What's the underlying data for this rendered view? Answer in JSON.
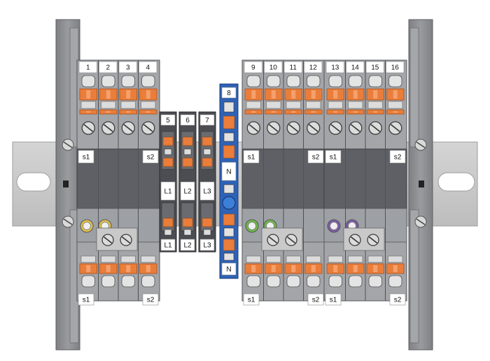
{
  "colors": {
    "rail": "#c8c8c8",
    "rail_edge": "#9a9a9a",
    "end_bracket": "#8e8f92",
    "block_gray": "#a3a5a9",
    "block_dark": "#4c4d52",
    "neutral_blue": "#2e62b6",
    "lever_orange": "#ea7d3a",
    "label_white": "#ffffff",
    "yellow_plug": "#e2c24a",
    "green_plug": "#6ebb47",
    "violet_plug": "#7d5da8"
  },
  "groups": [
    {
      "id": "g1",
      "numbers": [
        "1",
        "2",
        "3",
        "4"
      ],
      "s1": "s1",
      "s2": "s2",
      "s1_bottom": "s1",
      "s2_bottom": "s2",
      "plug": "yellow"
    },
    {
      "id": "g2",
      "numbers": [
        "9",
        "10",
        "11",
        "12"
      ],
      "s1": "s1",
      "s2": "s2",
      "s1_bottom": "s1",
      "s2_bottom": "s2",
      "plug": "green"
    },
    {
      "id": "g3",
      "numbers": [
        "13",
        "14",
        "15",
        "16"
      ],
      "s1": "s1",
      "s2": "s2",
      "s1_bottom": "s1",
      "s2_bottom": "s2",
      "plug": "violet"
    }
  ],
  "phases": [
    {
      "number": "5",
      "mid": "L1",
      "bottom": "L1"
    },
    {
      "number": "6",
      "mid": "L2",
      "bottom": "L2"
    },
    {
      "number": "7",
      "mid": "L3",
      "bottom": "L3"
    }
  ],
  "neutral": {
    "number": "8",
    "mid": "N",
    "bottom": "N"
  }
}
